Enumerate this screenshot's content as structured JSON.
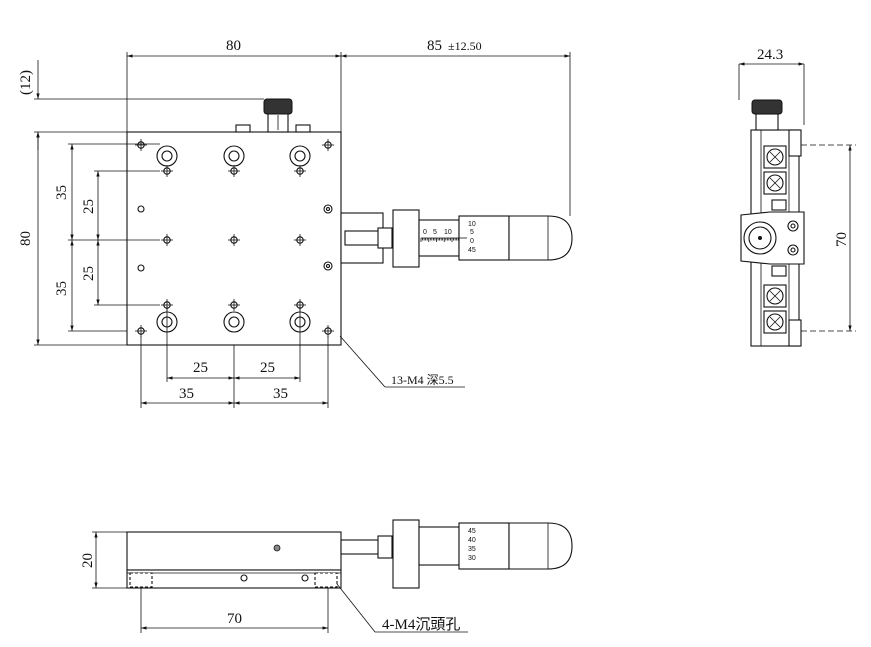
{
  "dimensions": {
    "top_width": "80",
    "micrometer_travel": "85",
    "travel_tolerance": "±12.50",
    "knob_offset": "(12)",
    "left_height": "80",
    "hole_span_upper": "35",
    "hole_step_upper": "25",
    "hole_span_lower": "35",
    "hole_step_lower": "25",
    "bottom_step_left": "25",
    "bottom_step_right": "25",
    "bottom_span_left": "35",
    "bottom_span_right": "35",
    "side_width": "24.3",
    "side_height": "70",
    "front_height": "20",
    "front_width": "70"
  },
  "callouts": {
    "tapped_holes": "13-M4 深5.5",
    "counterbore_holes": "4-M4沉頭孔"
  },
  "micrometer_top_scale": [
    "10",
    "5",
    "0",
    "45"
  ],
  "micrometer_front_scale": [
    "45",
    "40",
    "35",
    "30"
  ],
  "sleeve_ticks": [
    "0",
    "5",
    "10"
  ]
}
